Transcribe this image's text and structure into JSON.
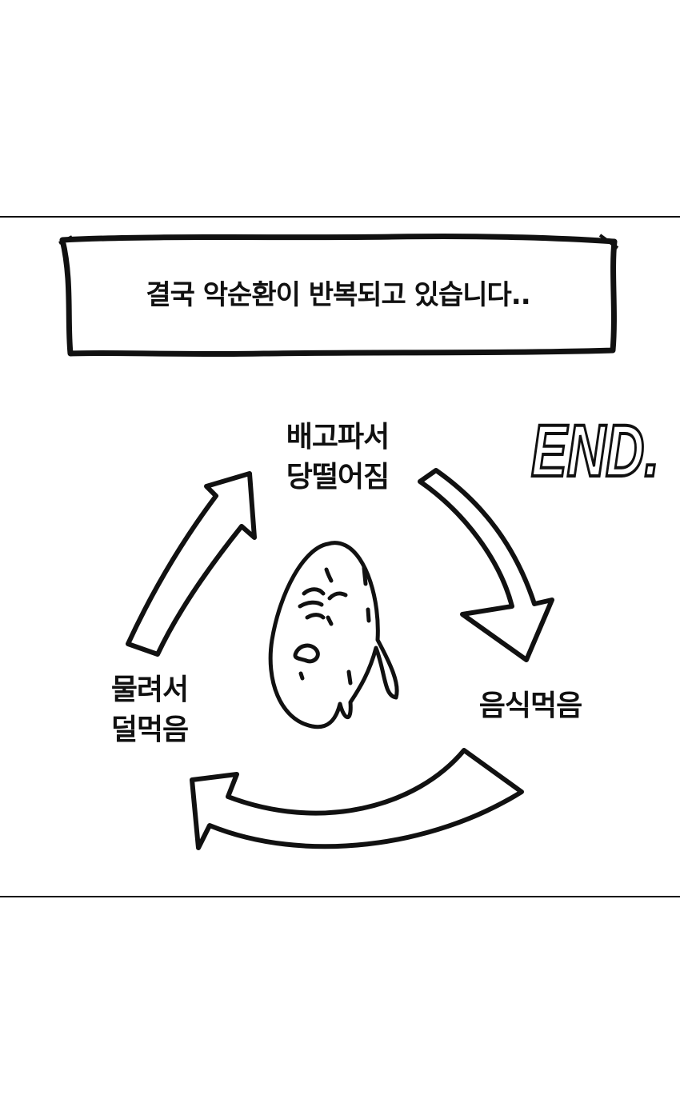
{
  "caption": {
    "text": "결국 악순환이 반복되고 있습니다.."
  },
  "cycle": {
    "stages": [
      {
        "id": "hungry",
        "line1": "배고파서",
        "line2": "당떨어짐"
      },
      {
        "id": "eat",
        "line1": "음식먹음",
        "line2": ""
      },
      {
        "id": "full",
        "line1": "물려서",
        "line2": "덜먹음"
      }
    ],
    "center_figure": "sweating-face-drawing"
  },
  "ending": {
    "text": "END."
  },
  "colors": {
    "ink": "#111111",
    "paper": "#ffffff"
  }
}
